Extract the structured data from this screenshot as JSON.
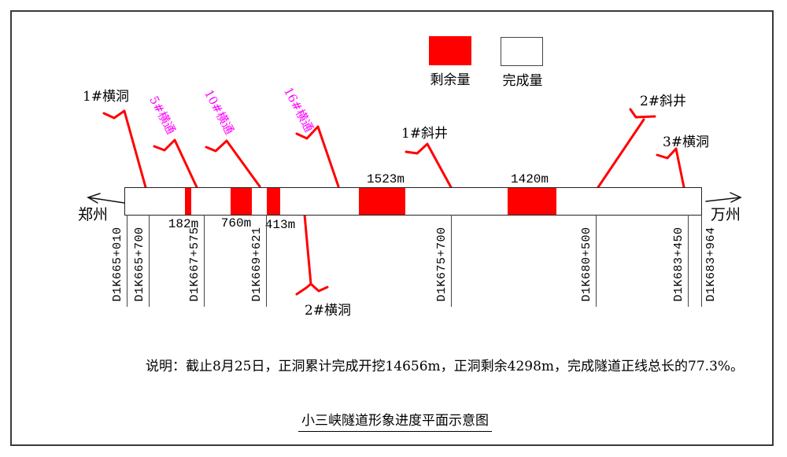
{
  "legend": {
    "remaining_label": "剩余量",
    "completed_label": "完成量"
  },
  "direction": {
    "left": "郑州",
    "right": "万州"
  },
  "tunnel": {
    "segments": [
      {
        "label": "182m"
      },
      {
        "label": "760m"
      },
      {
        "label": "413m"
      },
      {
        "label": "1523m"
      },
      {
        "label": "1420m"
      }
    ],
    "chainages": [
      "D1K665+010",
      "D1K665+700",
      "D1K667+575",
      "D1K669+621",
      "D1K675+700",
      "D1K680+500",
      "D1K683+450",
      "D1K683+964"
    ]
  },
  "access_points": [
    {
      "label": "1#横洞"
    },
    {
      "label": "5#横通"
    },
    {
      "label": "10#横通"
    },
    {
      "label": "16#横通"
    },
    {
      "label": "1#斜井"
    },
    {
      "label": "2#斜井"
    },
    {
      "label": "3#横洞"
    },
    {
      "label": "2#横洞"
    }
  ],
  "note": {
    "text": "说明：截止8月25日，正洞累计完成开挖14656m，正洞剩余4298m，完成隧道正线总长的77.3%。"
  },
  "title": {
    "text": "小三峡隧道形象进度平面示意图"
  },
  "colors": {
    "remaining": "#ff0000",
    "completed": "#ffffff",
    "crosscut_label": "#ff00ff",
    "connector_line": "#ff0000"
  }
}
